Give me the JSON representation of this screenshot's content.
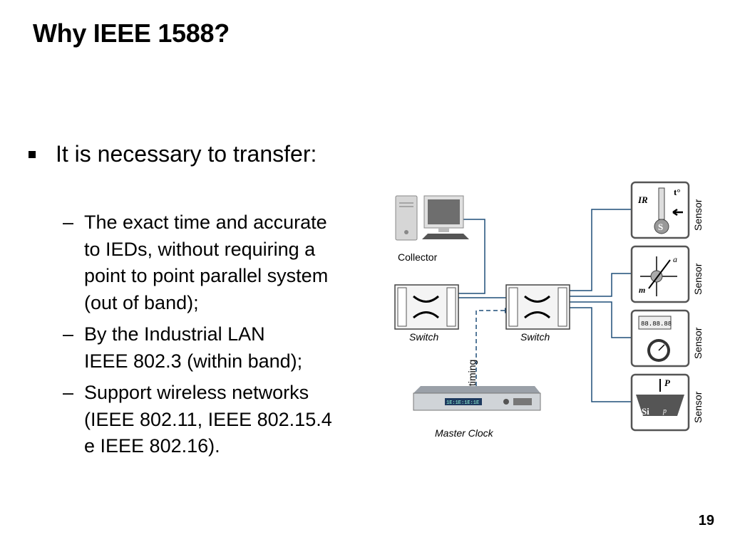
{
  "slide": {
    "title": "Why IEEE 1588?",
    "bullet": "It is necessary to transfer:",
    "sub_bullets": [
      {
        "dash": "–",
        "lines": [
          "The exact time and accurate",
          "to IEDs, without requiring a",
          "point to point parallel system",
          "(out of band);"
        ]
      },
      {
        "dash": "–",
        "lines": [
          "By the Industrial LAN",
          "IEEE 802.3 (within band);"
        ]
      },
      {
        "dash": "–",
        "lines": [
          "Support wireless networks",
          "(IEEE 802.11, IEEE 802.15.4",
          "e IEEE 802.16)."
        ]
      }
    ],
    "page_number": "19"
  },
  "diagram": {
    "collector_label": "Collector",
    "switch1_label": "Switch",
    "switch2_label": "Switch",
    "master_clock_label": "Master Clock",
    "timing_label": "timing",
    "sensor_labels": [
      "Sensor",
      "Sensor",
      "Sensor",
      "Sensor"
    ],
    "ir_sensor": {
      "ir": "IR",
      "temp": "t°",
      "s": "S"
    },
    "accel_sensor": {
      "a": "a",
      "m": "m"
    },
    "display_sensor": {
      "readout": "88.88.88"
    },
    "pressure_sensor": {
      "p": "P",
      "si": "Si",
      "rho": "p"
    },
    "clock_display": "1E:1E:1E:1E",
    "colors": {
      "line": "#1f4e79",
      "sensor_border": "#555555"
    }
  }
}
